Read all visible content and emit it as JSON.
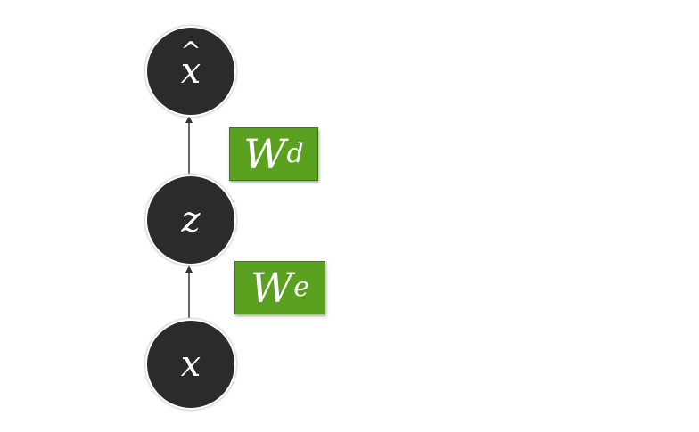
{
  "nodes": {
    "output_label": "x",
    "output_hat": "^",
    "latent_label": "z",
    "input_label": "x"
  },
  "weights": {
    "decoder_base": "W",
    "decoder_sub": "d",
    "encoder_base": "W",
    "encoder_sub": "e"
  },
  "colors": {
    "node_fill": "#2b2b2b",
    "weight_fill": "#5aa11f",
    "arrow": "#333333"
  }
}
